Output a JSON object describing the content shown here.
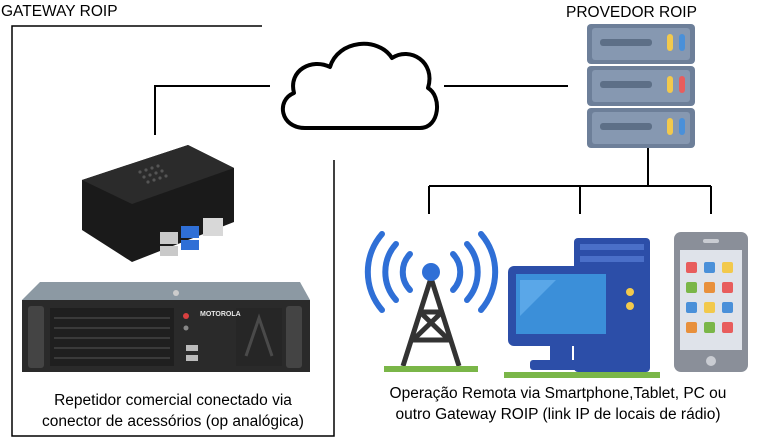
{
  "gateway": {
    "title": "GATEWAY ROIP",
    "caption_line1": "Repetidor comercial conectado via",
    "caption_line2": "conector de acessórios (op analógica)",
    "device_brand": "MOTOROLA"
  },
  "provider": {
    "title": "PROVEDOR ROIP"
  },
  "remote": {
    "caption_line1": "Operação Remota via Smartphone,Tablet, PC ou",
    "caption_line2": "outro Gateway ROIP (link IP de locais de rádio)"
  },
  "colors": {
    "server_body": "#6d7f99",
    "server_face": "#8698b1",
    "led_yellow": "#f2c94c",
    "led_blue": "#4a90d9",
    "led_red": "#e85d5d",
    "antenna_blue": "#2f6fd6",
    "pc_blue": "#2c4ea8",
    "pc_screen": "#3b8fd9",
    "phone_body": "#8a8f99"
  },
  "icons": [
    "cloud-icon",
    "server-icon",
    "antenna-icon",
    "computer-icon",
    "smartphone-icon",
    "mini-pc-icon",
    "radio-repeater-icon"
  ]
}
